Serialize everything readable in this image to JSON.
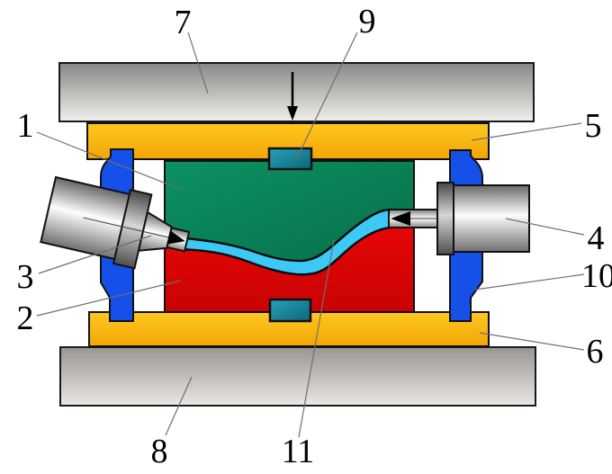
{
  "diagram": {
    "type": "engineering-schematic",
    "description_visible_text_only": true,
    "labels": [
      {
        "text": "1"
      },
      {
        "text": "2"
      },
      {
        "text": "3"
      },
      {
        "text": "4"
      },
      {
        "text": "5"
      },
      {
        "text": "6"
      },
      {
        "text": "7"
      },
      {
        "text": "8"
      },
      {
        "text": "9"
      },
      {
        "text": "10"
      },
      {
        "text": "11"
      }
    ],
    "colors": {
      "press_plate_gray_top": "#8b8b89",
      "press_plate_gray_bottom": "#f0eeea",
      "bolster_yellow": "#fbb90e",
      "upper_die_green": "#098355",
      "lower_die_red": "#d90404",
      "tube_cyan": "#3cc9f5",
      "clamp_blue": "#1550e8",
      "insert_teal": "#15869e",
      "punch_silver": "#c8c8c8",
      "outline_black": "#111111",
      "leader_gray": "#6f6f6f"
    }
  }
}
